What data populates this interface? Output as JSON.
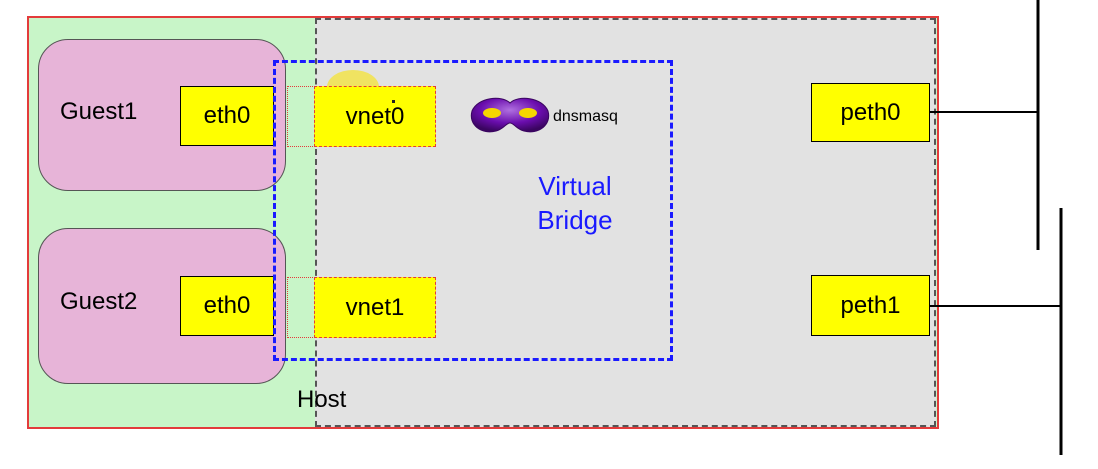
{
  "guests": [
    {
      "label": "Guest1",
      "nic": "eth0"
    },
    {
      "label": "Guest2",
      "nic": "eth0"
    }
  ],
  "vnets": [
    "vnet0",
    "vnet1"
  ],
  "bridge": {
    "line1": "Virtual",
    "line2": "Bridge"
  },
  "dnsmasq": {
    "label": "dnsmasq",
    "icon": "mask-icon"
  },
  "physical": [
    "peth0",
    "peth1"
  ],
  "host": {
    "label": "Host"
  },
  "colors": {
    "host_border": "#e33b3b",
    "host_bg": "#c8f5c8",
    "inner_bg": "#e2e2e2",
    "guest_bg": "#e7b4d8",
    "nic_bg": "#ffff00",
    "bridge": "#1a1aff",
    "mask": "#6a0dad"
  }
}
